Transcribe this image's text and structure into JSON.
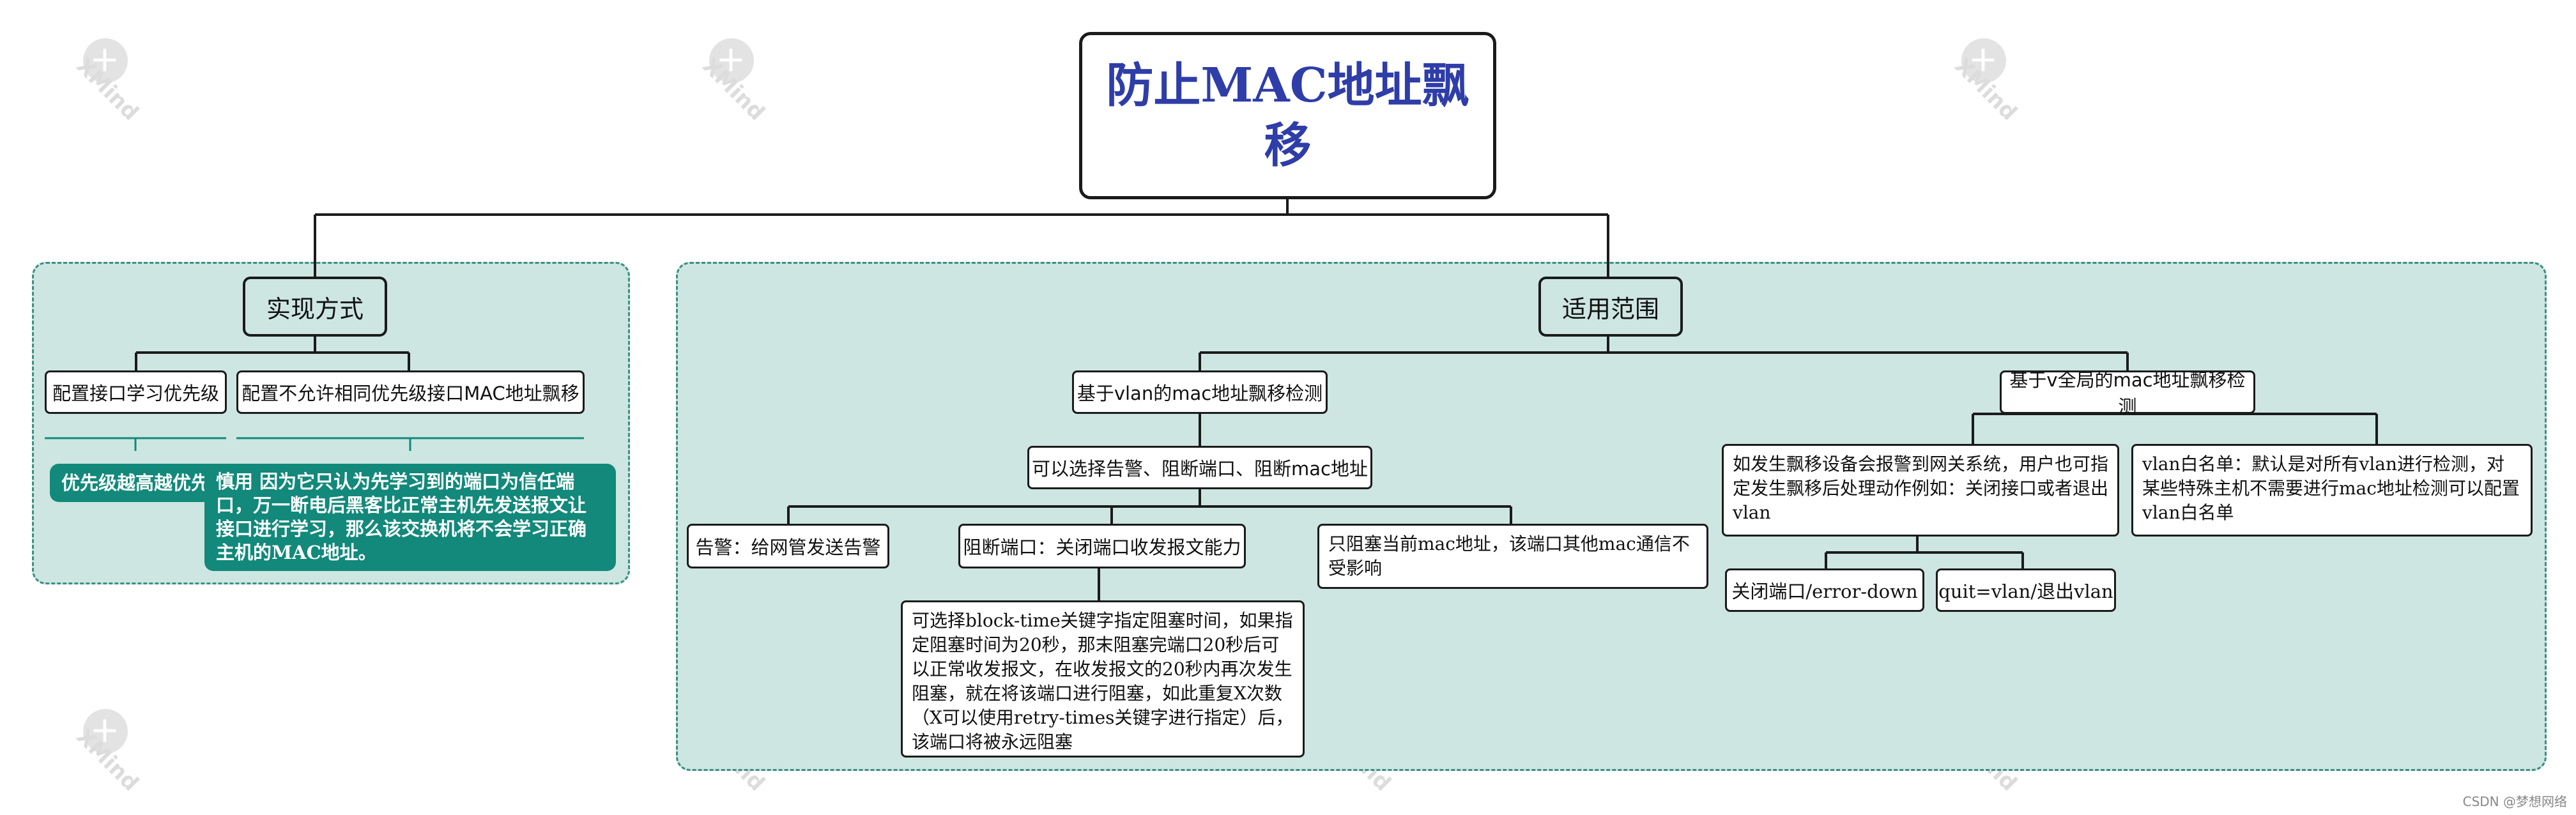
{
  "root": {
    "title": "防止MAC地址飘移"
  },
  "left": {
    "title": "实现方式",
    "item1": "配置接口学习优先级",
    "item2": "配置不允许相同优先级接口MAC地址飘移",
    "note1": "优先级越高越优先",
    "note2": "慎用 因为它只认为先学习到的端口为信任端口，万一断电后黑客比正常主机先发送报文让接口进行学习，那么该交换机将不会学习正确主机的MAC地址。"
  },
  "right": {
    "title": "适用范围",
    "vlan": {
      "title": "基于vlan的mac地址飘移检测",
      "options": "可以选择告警、阻断端口、阻断mac地址",
      "alarm": "告警：给网管发送告警",
      "block_port": "阻断端口：关闭端口收发报文能力",
      "block_mac": "只阻塞当前mac地址，该端口其他mac通信不受影响",
      "block_detail": "可选择block-time关键字指定阻塞时间，如果指定阻塞时间为20秒，那末阻塞完端口20秒后可以正常收发报文，在收发报文的20秒内再次发生阻塞，就在将该端口进行阻塞，如此重复X次数（X可以使用retry-times关键字进行指定）后，该端口将被永远阻塞"
    },
    "global": {
      "title": "基于v全局的mac地址飘移检测",
      "report": "如发生飘移设备会报警到网关系统，用户也可指定发生飘移后处理动作例如：关闭接口或者退出vlan",
      "whitelist": "vlan白名单：默认是对所有vlan进行检测，对某些特殊主机不需要进行mac地址检测可以配置vlan白名单",
      "action1": "关闭端口/error-down",
      "action2": "quit=vlan/退出vlan"
    }
  },
  "watermark": "XMind",
  "footer": "CSDN @梦想网络"
}
